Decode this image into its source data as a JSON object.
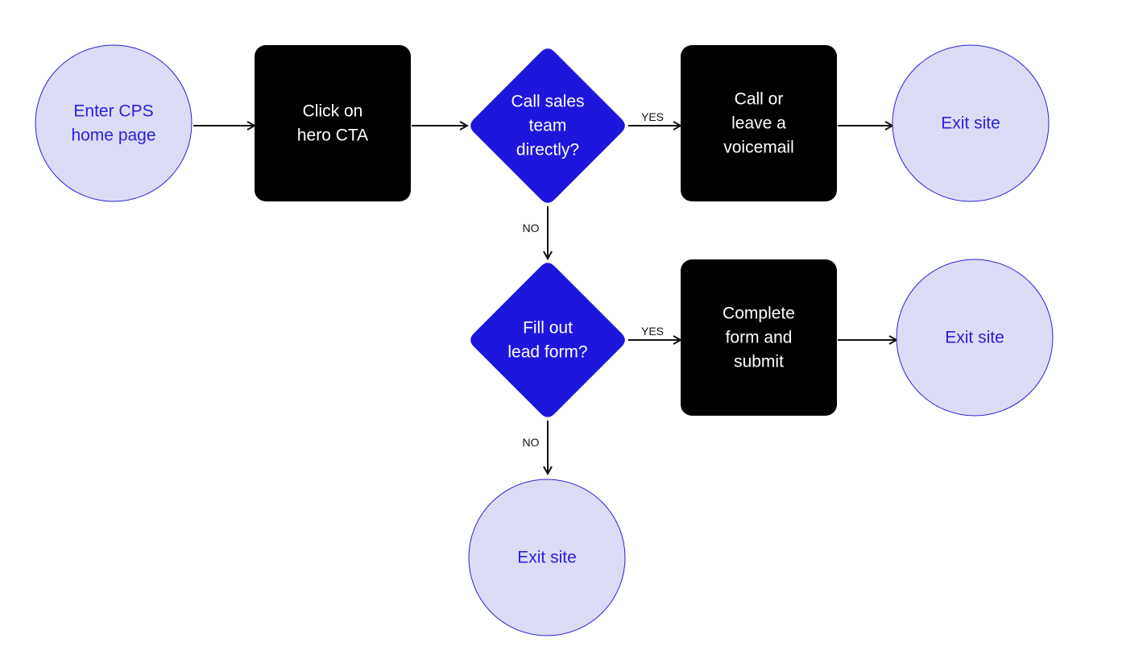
{
  "colors": {
    "terminal_fill": "#dddcf7",
    "terminal_stroke": "#2b20d9",
    "terminal_text": "#2b20d9",
    "process_fill": "#000000",
    "process_text": "#ffffff",
    "decision_fill": "#1e16dc",
    "decision_text": "#ffffff",
    "connector": "#111111"
  },
  "nodes": {
    "start": {
      "type": "terminal",
      "lines": [
        "Enter CPS",
        "home page"
      ]
    },
    "hero_cta": {
      "type": "process",
      "lines": [
        "Click on",
        "hero CTA"
      ]
    },
    "call_decision": {
      "type": "decision",
      "lines": [
        "Call sales",
        "team",
        "directly?"
      ]
    },
    "call_action": {
      "type": "process",
      "lines": [
        "Call or",
        "leave a",
        "voicemail"
      ]
    },
    "exit_1": {
      "type": "terminal",
      "lines": [
        "Exit site"
      ]
    },
    "form_decision": {
      "type": "decision",
      "lines": [
        "Fill out",
        "lead form?"
      ]
    },
    "form_action": {
      "type": "process",
      "lines": [
        "Complete",
        "form and",
        "submit"
      ]
    },
    "exit_2": {
      "type": "terminal",
      "lines": [
        "Exit site"
      ]
    },
    "exit_3": {
      "type": "terminal",
      "lines": [
        "Exit site"
      ]
    }
  },
  "edges": [
    {
      "from": "start",
      "to": "hero_cta",
      "label": ""
    },
    {
      "from": "hero_cta",
      "to": "call_decision",
      "label": ""
    },
    {
      "from": "call_decision",
      "to": "call_action",
      "label": "YES"
    },
    {
      "from": "call_action",
      "to": "exit_1",
      "label": ""
    },
    {
      "from": "call_decision",
      "to": "form_decision",
      "label": "NO"
    },
    {
      "from": "form_decision",
      "to": "form_action",
      "label": "YES"
    },
    {
      "from": "form_action",
      "to": "exit_2",
      "label": ""
    },
    {
      "from": "form_decision",
      "to": "exit_3",
      "label": "NO"
    }
  ]
}
